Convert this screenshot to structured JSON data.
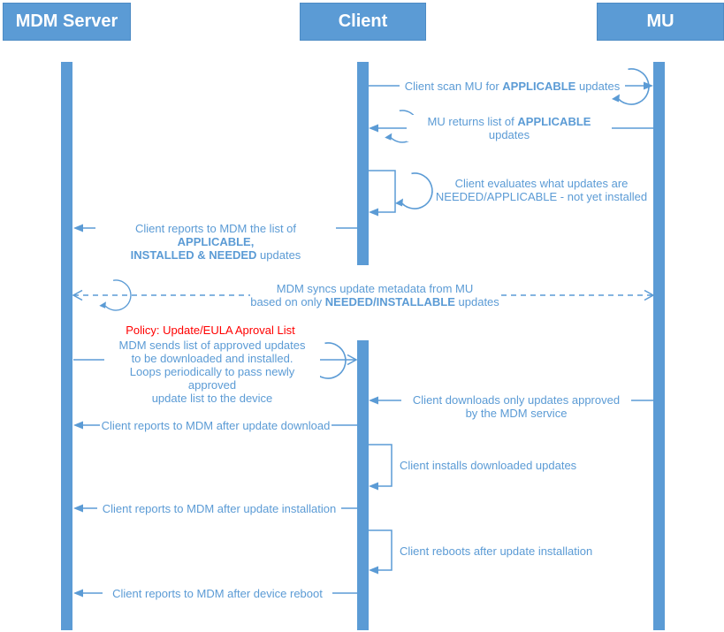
{
  "colors": {
    "primary": "#5B9BD5",
    "policy_red": "#FF0000",
    "background": "#FFFFFF"
  },
  "actors": {
    "mdm": "MDM Server",
    "client": "Client",
    "mu": "MU"
  },
  "icons": {
    "loop": "loop-iteration-icon"
  },
  "messages": {
    "scan": {
      "pre": "Client scan MU for ",
      "bold": "APPLICABLE",
      "post": " updates"
    },
    "returns": {
      "l1_pre": "MU returns list of ",
      "l1_bold": "APPLICABLE",
      "l2": "updates"
    },
    "evaluates": {
      "l1": "Client evaluates what updates are",
      "l2": "NEEDED/APPLICABLE - not yet installed"
    },
    "reports_list": {
      "l1_pre": "Client reports to MDM the list of ",
      "l1_bold": "APPLICABLE,",
      "l2_bold": "INSTALLED & NEEDED",
      "l2_post": " updates"
    },
    "sync": {
      "l1": "MDM syncs update metadata from MU",
      "l2_pre": "based on only ",
      "l2_bold": "NEEDED/INSTALLABLE",
      "l2_post": " updates"
    },
    "policy": "Policy: Update/EULA Aproval List",
    "approved": {
      "l1": "MDM sends list of approved updates",
      "l2": "to be downloaded and installed.",
      "l3": "Loops periodically to pass newly approved",
      "l4": "update list to the device"
    },
    "downloads": {
      "l1": "Client downloads only updates approved",
      "l2": "by the MDM service"
    },
    "report_download": "Client reports to MDM after update download",
    "installs": "Client installs downloaded updates",
    "report_install": "Client reports to MDM after update installation",
    "reboots": "Client reboots after update installation",
    "report_reboot": "Client reports to MDM after device reboot"
  }
}
